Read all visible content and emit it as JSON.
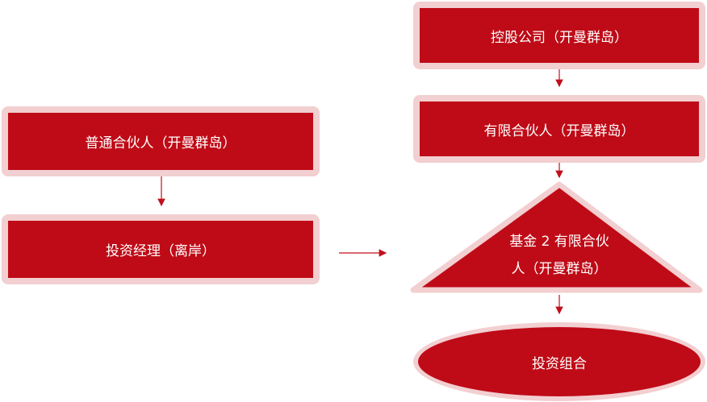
{
  "diagram": {
    "general_partner": "普通合伙人（开曼群岛）",
    "investment_manager": "投资经理（离岸）",
    "holding_company": "控股公司（开曼群岛）",
    "limited_partner": "有限合伙人（开曼群岛）",
    "fund2_line1": "基金 2 有限合伙",
    "fund2_line2": "人（开曼群岛）",
    "portfolio": "投资组合"
  },
  "colors": {
    "fill": "#bf0b17",
    "border": "#f2cfd1",
    "arrow": "#c0101c"
  }
}
